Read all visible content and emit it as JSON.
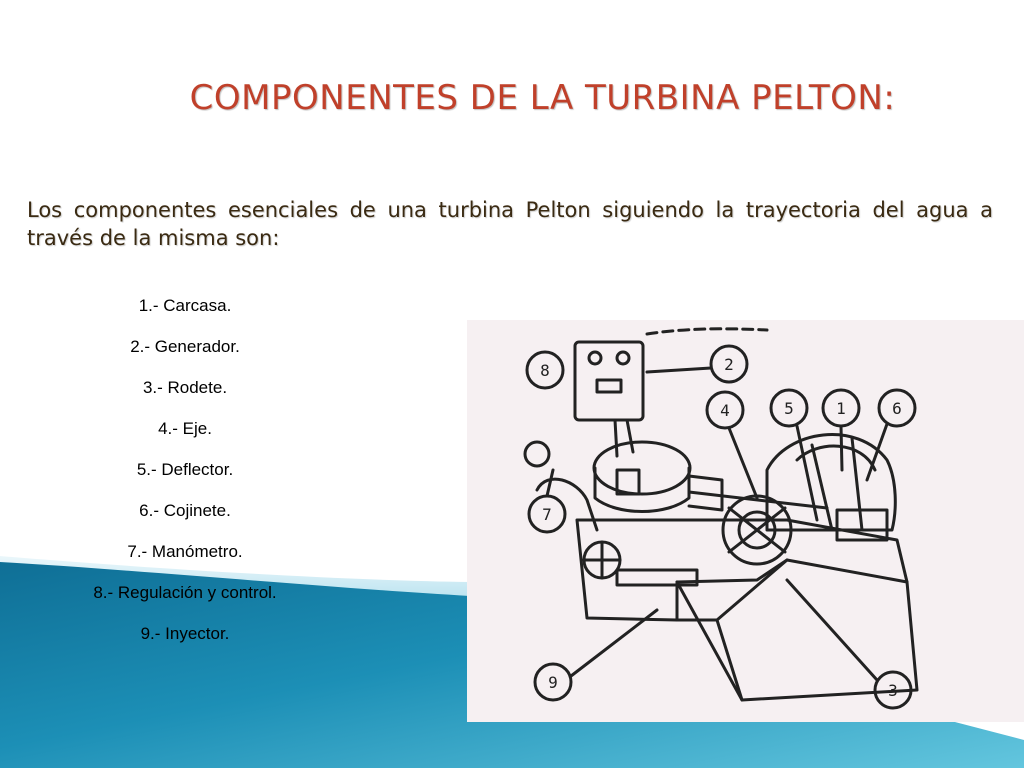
{
  "slide": {
    "title": "COMPONENTES DE LA TURBINA PELTON:",
    "intro": "Los componentes esenciales de una turbina Pelton siguiendo la trayectoria del agua a través de la misma son:",
    "items": [
      "1.- Carcasa.",
      "2.- Generador.",
      "3.- Rodete.",
      "4.- Eje.",
      "5.- Deflector.",
      "6.- Cojinete.",
      "7.- Manómetro.",
      "8.- Regulación y control.",
      "9.- Inyector."
    ]
  },
  "diagram": {
    "callouts": [
      "8",
      "2",
      "4",
      "5",
      "1",
      "6",
      "7",
      "9",
      "3"
    ]
  },
  "colors": {
    "title": "#c0402a",
    "intro": "#3a2a12",
    "wave_dark": "#137aa1",
    "wave_light": "#5cc3dd"
  }
}
